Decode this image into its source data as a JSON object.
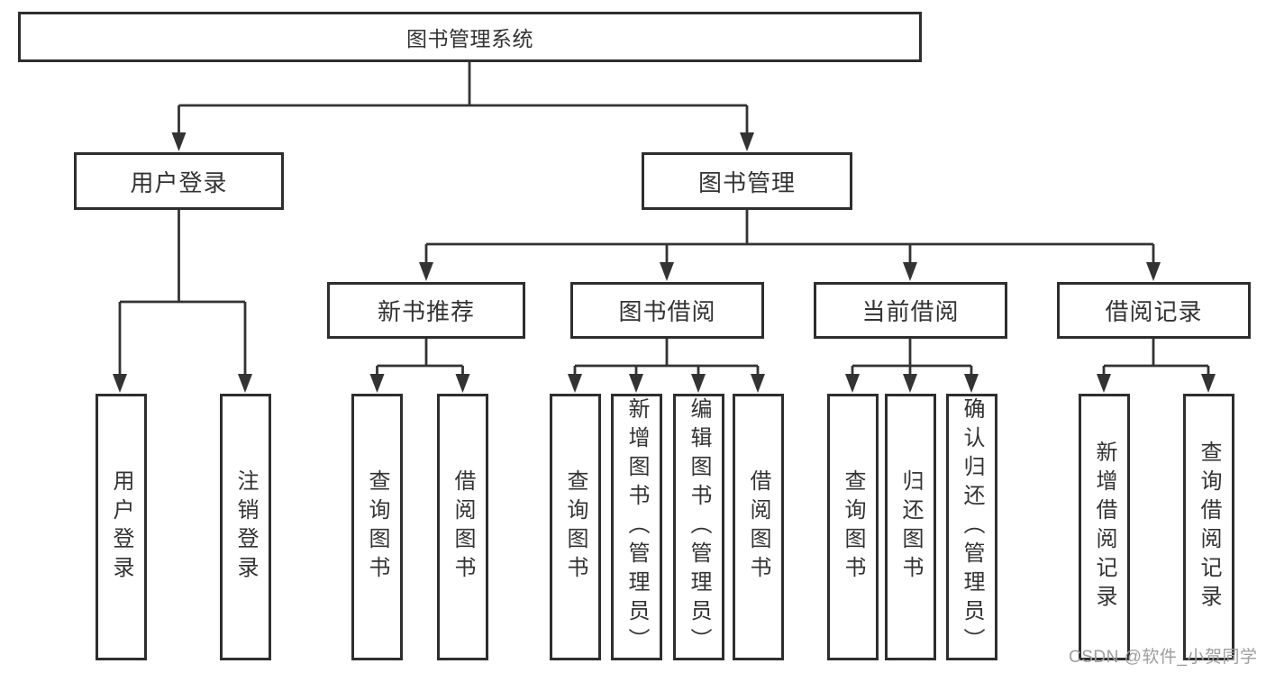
{
  "diagram": {
    "root": {
      "label": "图书管理系统"
    },
    "user_login": {
      "label": "用户登录",
      "children": {
        "login": "用户登录",
        "logout": "注销登录"
      }
    },
    "book_management": {
      "label": "图书管理",
      "new_book": {
        "label": "新书推荐",
        "children": {
          "query": "查询图书",
          "borrow": "借阅图书"
        }
      },
      "borrow": {
        "label": "图书借阅",
        "children": {
          "query": "查询图书",
          "add": "新增图书（管理员）",
          "edit": "编辑图书（管理员）",
          "borrow": "借阅图书"
        }
      },
      "current": {
        "label": "当前借阅",
        "children": {
          "query": "查询图书",
          "return": "归还图书",
          "confirm": "确认归还（管理员）"
        }
      },
      "record": {
        "label": "借阅记录",
        "children": {
          "add": "新增借阅记录",
          "query": "查询借阅记录"
        }
      }
    }
  },
  "watermark": {
    "text": "CSDN @软件_小贺同学"
  },
  "colors": {
    "line": "#333333",
    "box_border": "#2e2e2e",
    "text": "#333333",
    "watermark": "#9e9e9e",
    "background": "#ffffff"
  }
}
